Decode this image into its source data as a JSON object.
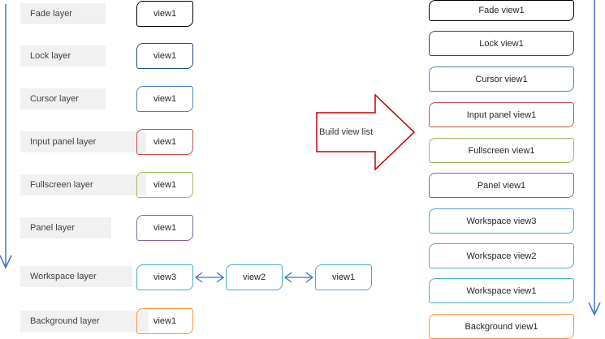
{
  "colors": {
    "connector_blue": "#4472C4",
    "big_arrow_red": "#C00000",
    "label_bg": "#f1f1f1"
  },
  "big_arrow": {
    "label": "Build view list"
  },
  "left_panel": {
    "rows": [
      {
        "label": "Fade layer",
        "color": "#000000",
        "views": [
          "view1"
        ]
      },
      {
        "label": "Lock layer",
        "color": "#1F497D",
        "views": [
          "view1"
        ]
      },
      {
        "label": "Cursor layer",
        "color": "#4F81BD",
        "views": [
          "view1"
        ]
      },
      {
        "label": "Input panel layer",
        "color": "#C0504D",
        "views": [
          "view1"
        ]
      },
      {
        "label": "Fullscreen layer",
        "color": "#9BBB59",
        "views": [
          "view1"
        ]
      },
      {
        "label": "Panel layer",
        "color": "#8064A2",
        "views": [
          "view1"
        ]
      },
      {
        "label": "Workspace layer",
        "color": "#4BACC6",
        "views": [
          "view3",
          "view2",
          "view1"
        ]
      },
      {
        "label": "Background layer",
        "color": "#F79646",
        "views": [
          "view1"
        ]
      }
    ]
  },
  "right_panel": {
    "items": [
      {
        "label": "Fade view1",
        "color": "#000000"
      },
      {
        "label": "Lock view1",
        "color": "#1F497D"
      },
      {
        "label": "Cursor view1",
        "color": "#4F81BD"
      },
      {
        "label": "Input panel view1",
        "color": "#C0504D"
      },
      {
        "label": "Fullscreen view1",
        "color": "#9BBB59"
      },
      {
        "label": "Panel view1",
        "color": "#8064A2"
      },
      {
        "label": "Workspace view3",
        "color": "#4BACC6"
      },
      {
        "label": "Workspace view2",
        "color": "#4BACC6"
      },
      {
        "label": "Workspace view1",
        "color": "#4BACC6"
      },
      {
        "label": "Background view1",
        "color": "#F79646"
      }
    ]
  }
}
